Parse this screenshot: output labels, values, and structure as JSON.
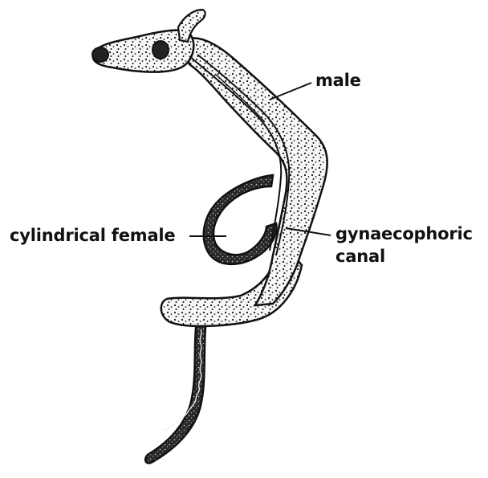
{
  "labels": {
    "male": "male",
    "cylindrical_female": "cylindrical female",
    "gynaecophoric_line1": "gynaecophoric",
    "gynaecophoric_line2": "canal"
  },
  "colors": {
    "ink": "#111111",
    "body_fill": "#f6f6f6",
    "female_fill": "#222222",
    "background": "#ffffff"
  }
}
